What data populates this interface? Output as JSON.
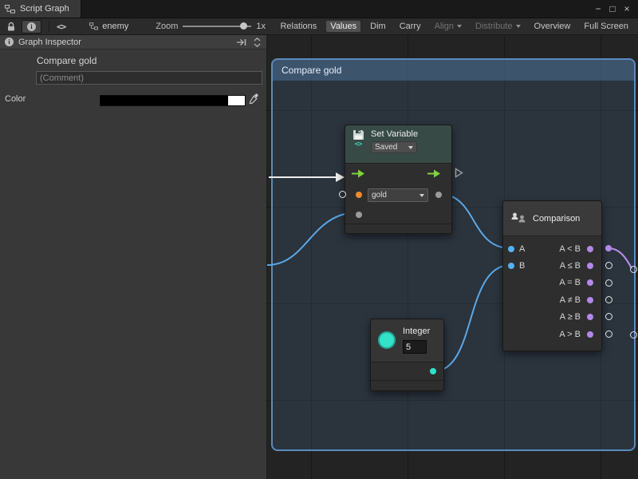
{
  "window": {
    "tab_title": "Script Graph",
    "controls": {
      "minimize": "−",
      "maximize": "□",
      "close": "×"
    }
  },
  "icons": {
    "info": "i",
    "code": "<>"
  },
  "toolbar": {
    "graph_name": "enemy",
    "zoom_label": "Zoom",
    "zoom_value": "1x",
    "buttons": [
      {
        "label": "Relations",
        "state": "normal"
      },
      {
        "label": "Values",
        "state": "selected"
      },
      {
        "label": "Dim",
        "state": "normal"
      },
      {
        "label": "Carry",
        "state": "normal"
      },
      {
        "label": "Align",
        "state": "disabled"
      },
      {
        "label": "Distribute",
        "state": "disabled"
      },
      {
        "label": "Overview",
        "state": "normal"
      },
      {
        "label": "Full Screen",
        "state": "normal"
      }
    ]
  },
  "inspector": {
    "header": "Graph Inspector",
    "graph_title": "Compare gold",
    "comment_placeholder": "(Comment)",
    "color_label": "Color",
    "color_value": "#000000"
  },
  "graph": {
    "group_title": "Compare gold",
    "nodes": {
      "set_variable": {
        "title": "Set Variable",
        "scope": "Saved",
        "variable": "gold"
      },
      "comparison": {
        "title": "Comparison",
        "inputs": [
          "A",
          "B"
        ],
        "outputs": [
          "A < B",
          "A ≤ B",
          "A = B",
          "A ≠ B",
          "A ≥ B",
          "A > B"
        ]
      },
      "integer": {
        "title": "Integer",
        "value": "5"
      }
    }
  },
  "colors": {
    "wire_blue": "#5aa9e8",
    "wire_purple": "#bb8fec",
    "flow_green": "#7dd43e",
    "port_orange": "#f08a2c",
    "port_cyan": "#2fe2c6",
    "group_blue": "#5a8cbe"
  }
}
